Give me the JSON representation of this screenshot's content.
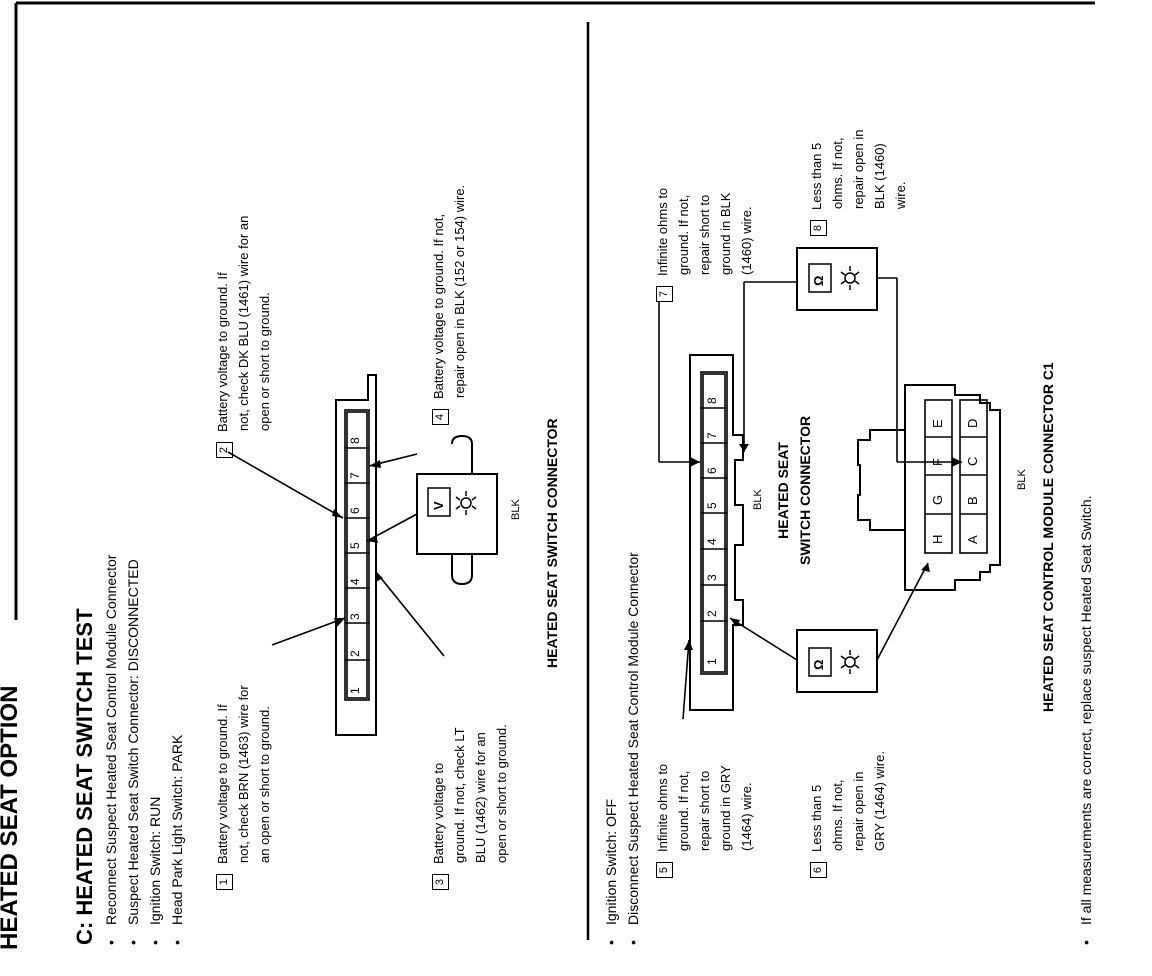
{
  "page": {
    "header_partial": "HEATED SEAT OPTION",
    "section_title": "C: HEATED SEAT SWITCH TEST",
    "setup1": [
      "Reconnect Suspect Heated Seat Control Module Connector",
      "Suspect Heated Seat Switch Connector: DISCONNECTED",
      "Ignition Switch:  RUN",
      "Head Park Light Switch:  PARK"
    ],
    "step1": {
      "num": "1",
      "lines": [
        "Battery voltage to ground. If",
        "not, check BRN (1463) wire for",
        "an open or short to ground."
      ]
    },
    "step2": {
      "num": "2",
      "lines": [
        "Battery voltage to ground. If",
        "not, check DK BLU (1461) wire for an",
        "open or short to ground."
      ]
    },
    "step3": {
      "num": "3",
      "lines": [
        "Battery voltage to",
        "ground. If not, check LT",
        "BLU (1462) wire for an",
        "open or short to ground."
      ]
    },
    "step4": {
      "num": "4",
      "lines": [
        "Battery voltage to ground. If not,",
        "repair open in BLK (152 or 154) wire."
      ]
    },
    "pins": [
      "1",
      "2",
      "3",
      "4",
      "5",
      "6",
      "7",
      "8"
    ],
    "meter_v": "V",
    "meter_ohm": "Ω",
    "blk": "BLK",
    "switch_connector_caption": "HEATED SEAT SWITCH CONNECTOR",
    "setup2": [
      "Ignition Switch:  OFF",
      "Disconnect Suspect Heated Seat Control Module Connector"
    ],
    "step5": {
      "num": "5",
      "lines": [
        "Infinite ohms to",
        "ground. If not,",
        "repair short to",
        "ground in GRY",
        "(1464) wire."
      ]
    },
    "step6": {
      "num": "6",
      "lines": [
        "Less than 5",
        "ohms. If not,",
        "repair open in",
        "GRY (1464) wire."
      ]
    },
    "step7": {
      "num": "7",
      "lines": [
        "Infinite ohms to",
        "ground. If not,",
        "repair short to",
        "ground in BLK",
        "(1460) wire."
      ]
    },
    "step8": {
      "num": "8",
      "lines": [
        "Less than 5",
        "ohms. If not,",
        "repair open in",
        "BLK (1460)",
        "wire."
      ]
    },
    "switch_label_lines": [
      "HEATED SEAT",
      "SWITCH CONNECTOR"
    ],
    "module_pins_top": [
      "H",
      "G",
      "F",
      "E"
    ],
    "module_pins_bottom": [
      "A",
      "B",
      "C",
      "D"
    ],
    "module_caption": "HEATED SEAT CONTROL MODULE CONNECTOR C1",
    "final_note": "If all measurements are correct, replace suspect Heated Seat Switch.",
    "bullet": "•"
  }
}
